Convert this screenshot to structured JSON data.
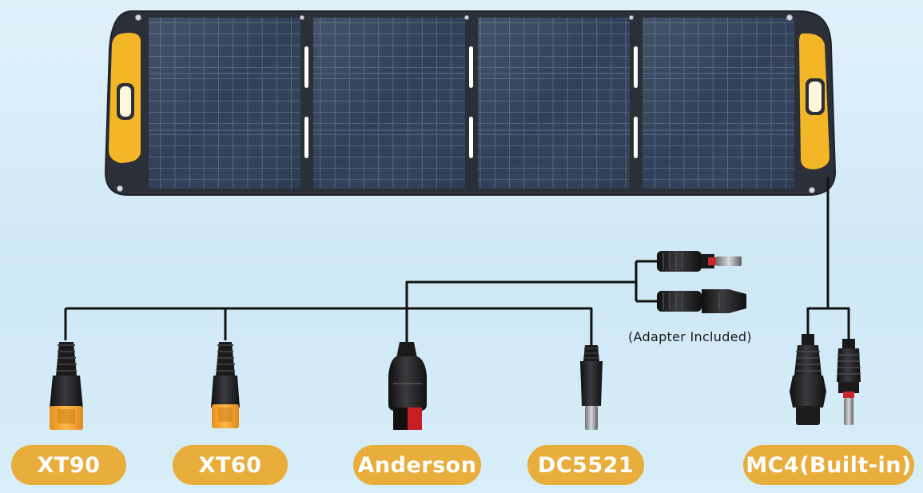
{
  "product": {
    "panel_count": 4,
    "handle_color": "#f2b626",
    "cell_color": "#2c3d55",
    "frame_color": "#2b2f38"
  },
  "connectors": [
    {
      "id": "xt90",
      "label": "XT90"
    },
    {
      "id": "xt60",
      "label": "XT60"
    },
    {
      "id": "anderson",
      "label": "Anderson"
    },
    {
      "id": "dc5521",
      "label": "DC5521"
    },
    {
      "id": "mc4",
      "label": "MC4(Built-in)"
    }
  ],
  "adapter_note": "(Adapter Included)",
  "colors": {
    "label_bg": "#e8ad3b",
    "label_text": "#ffffff",
    "connector_orange": "#f5a623",
    "cable": "#111111"
  }
}
